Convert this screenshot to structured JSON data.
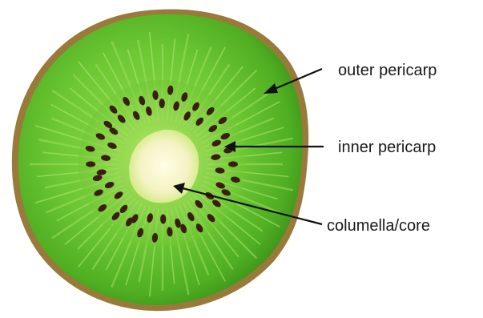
{
  "labels": {
    "outer": "outer pericarp",
    "inner": "inner pericarp",
    "core": "columella/core"
  },
  "colors": {
    "skin": "#8a6a2c",
    "outer_flesh": "#5cb82a",
    "outer_flesh_edge": "#3f9a1c",
    "inner_flesh": "#7fd23f",
    "core": "#f7f6d2",
    "seed": "#3b1d12",
    "arrow": "#111111"
  },
  "icons": {
    "fruit": "kiwi-cross-section",
    "pointer": "arrow-pointer"
  }
}
